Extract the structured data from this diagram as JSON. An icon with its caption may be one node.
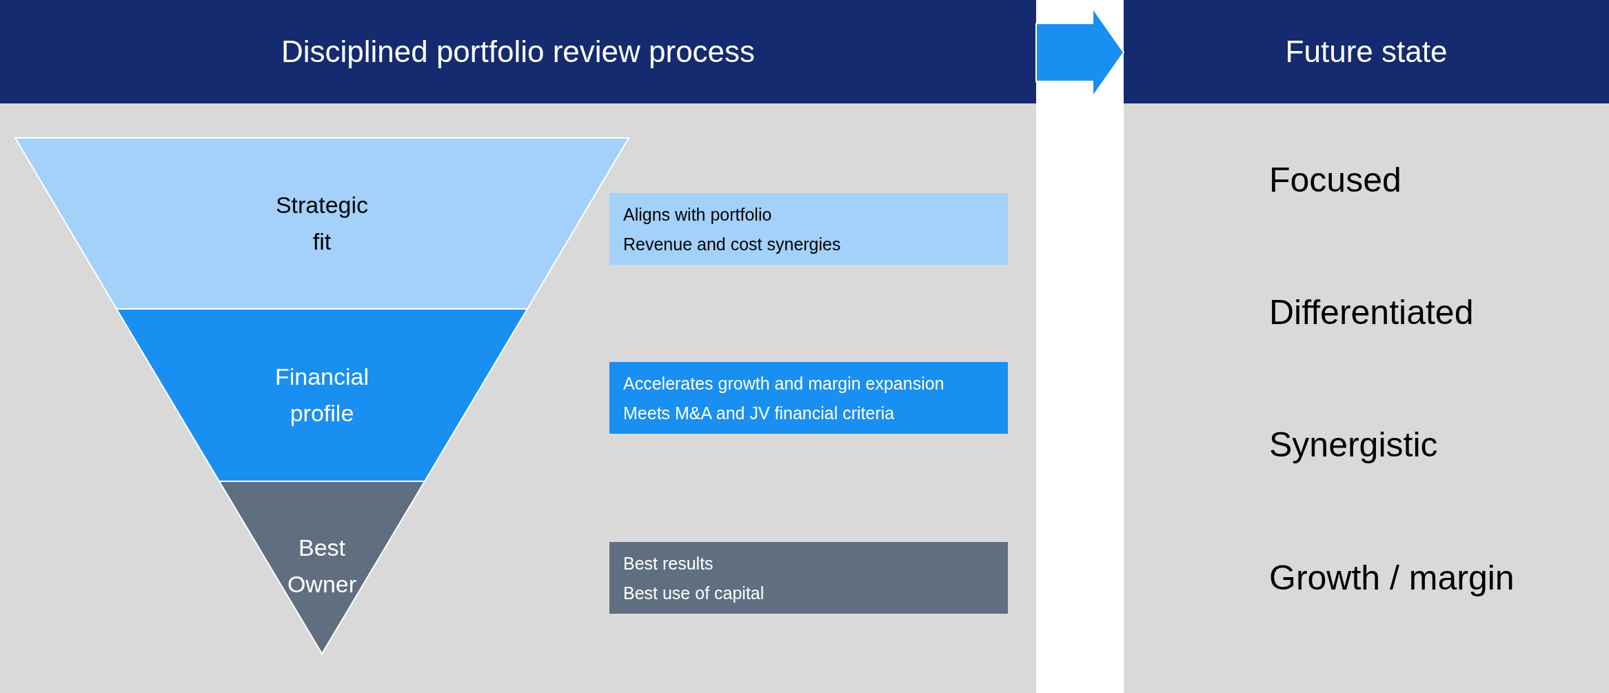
{
  "diagram": {
    "nodes": [
      {
        "text": [
          "Disciplined portfolio review process"
        ]
      },
      {
        "text": [
          "Future state"
        ]
      },
      {
        "text": [
          "Strategic fit"
        ]
      },
      {
        "text": [
          "Financial profile"
        ]
      },
      {
        "text": [
          "Best Owner"
        ]
      },
      {
        "text": [
          "Aligns with portfolio",
          "Revenue and cost synergies"
        ]
      },
      {
        "text": [
          "Accelerates growth and margin expansion",
          "Meets M&A and JV financial criteria"
        ]
      },
      {
        "text": [
          "Best results",
          "Best use of capital"
        ]
      }
    ],
    "edges": [
      {
        "from": 0,
        "to": 1,
        "arrow": "to",
        "style": "thick"
      }
    ],
    "labels": [
      "Focused",
      "Differentiated",
      "Synergistic",
      "Growth / margin"
    ]
  }
}
